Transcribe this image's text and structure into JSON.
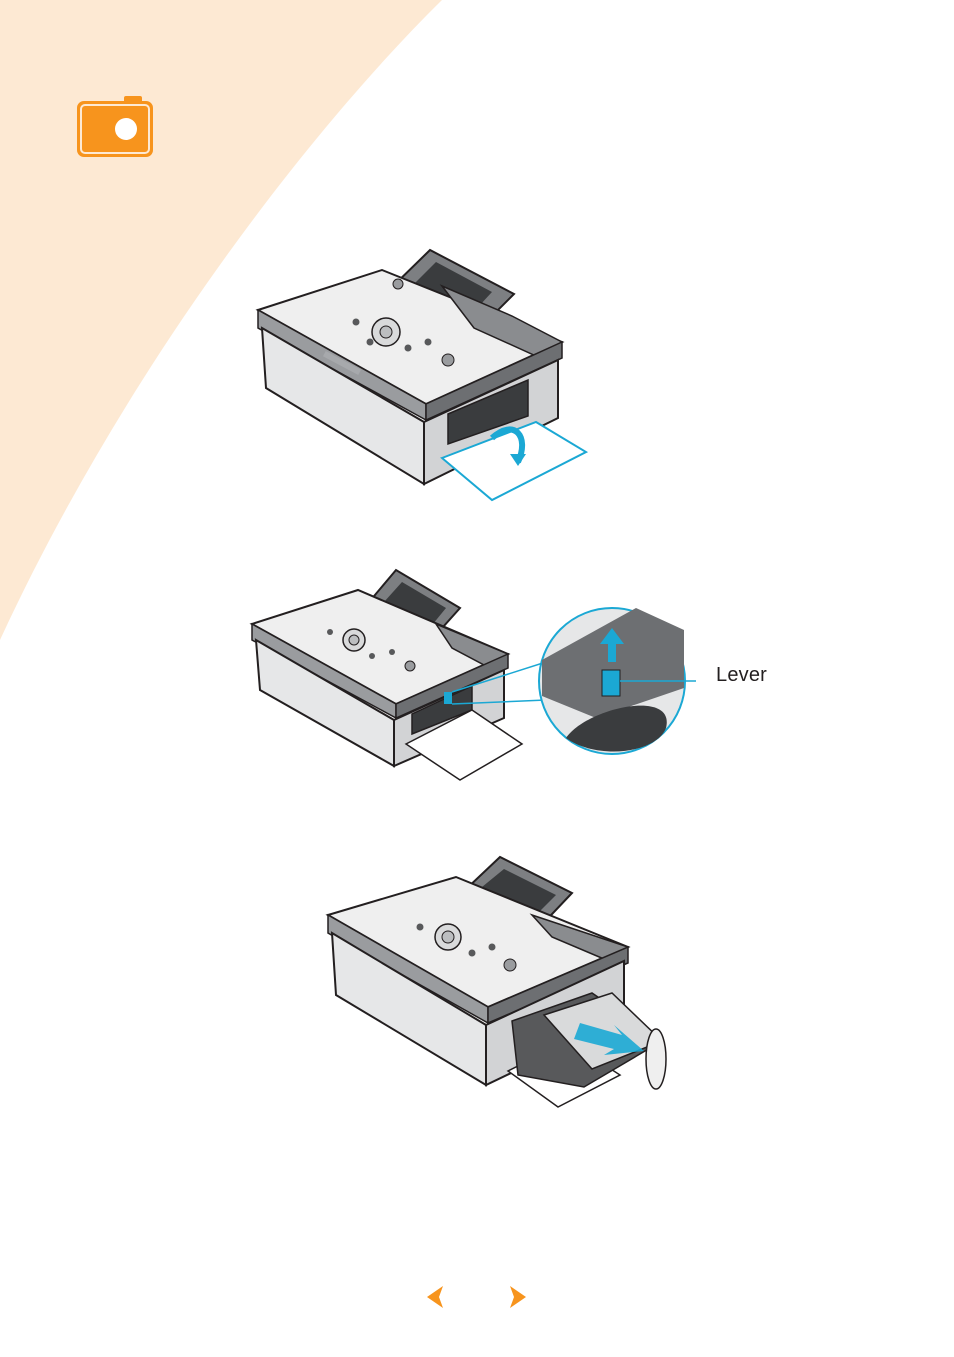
{
  "page": {
    "background": "#ffffff",
    "accent_background": "#fde9d3"
  },
  "header": {
    "icon": "camera-icon",
    "icon_color": "#f7941d"
  },
  "figures": [
    {
      "id": "open-cover",
      "description_icon": "printer-icon"
    },
    {
      "id": "lift-lever",
      "description_icon": "printer-icon",
      "callout": {
        "label": "Lever",
        "color": "#1ba8d4"
      }
    },
    {
      "id": "remove-cartridge",
      "description_icon": "printer-icon"
    }
  ],
  "navigation": {
    "prev_icon": "chevron-left-icon",
    "next_icon": "chevron-right-icon",
    "color": "#f7941d"
  }
}
